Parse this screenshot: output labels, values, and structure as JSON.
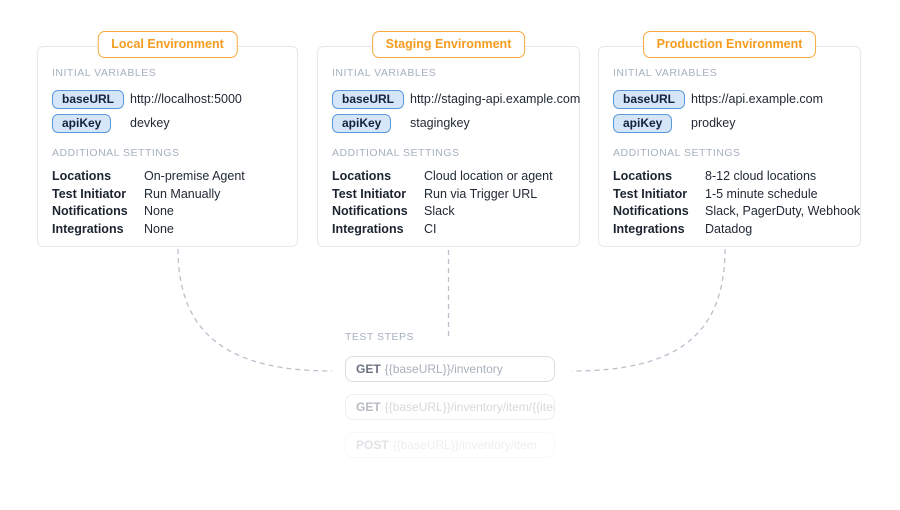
{
  "colors": {
    "accent_orange_border": "#f5a83c",
    "accent_orange_text": "#f59c20",
    "variable_badge_bg": "#d6e6f9",
    "variable_badge_border": "#5e9ad9",
    "text_dark": "#1e2733",
    "muted_section_label": "#a6b1bf",
    "connector_dash": "#b7c1cc",
    "card_border": "#e4e9ef",
    "step_method_text": "#6b7380",
    "step_path_text": "#a9b0ba"
  },
  "section_labels": {
    "initial_variables": "INITIAL VARIABLES",
    "additional_settings": "ADDITIONAL SETTINGS"
  },
  "environments": [
    {
      "title": "Local Environment",
      "variables": [
        {
          "name": "baseURL",
          "value": "http://localhost:5000"
        },
        {
          "name": "apiKey",
          "value": "devkey"
        }
      ],
      "settings": [
        {
          "label": "Locations",
          "value": "On-premise Agent"
        },
        {
          "label": "Test Initiator",
          "value": "Run Manually"
        },
        {
          "label": "Notifications",
          "value": "None"
        },
        {
          "label": "Integrations",
          "value": "None"
        }
      ]
    },
    {
      "title": "Staging Environment",
      "variables": [
        {
          "name": "baseURL",
          "value": "http://staging-api.example.com"
        },
        {
          "name": "apiKey",
          "value": "stagingkey"
        }
      ],
      "settings": [
        {
          "label": "Locations",
          "value": "Cloud location or agent"
        },
        {
          "label": "Test Initiator",
          "value": "Run via Trigger URL"
        },
        {
          "label": "Notifications",
          "value": "Slack"
        },
        {
          "label": "Integrations",
          "value": "CI"
        }
      ]
    },
    {
      "title": "Production Environment",
      "variables": [
        {
          "name": "baseURL",
          "value": "https://api.example.com"
        },
        {
          "name": "apiKey",
          "value": "prodkey"
        }
      ],
      "settings": [
        {
          "label": "Locations",
          "value": "8-12 cloud locations"
        },
        {
          "label": "Test Initiator",
          "value": "1-5 minute schedule"
        },
        {
          "label": "Notifications",
          "value": "Slack, PagerDuty, Webhook"
        },
        {
          "label": "Integrations",
          "value": "Datadog"
        }
      ]
    }
  ],
  "test_steps": {
    "label": "TEST STEPS",
    "steps": [
      {
        "method": "GET",
        "path": "{{baseURL}}/inventory"
      },
      {
        "method": "GET",
        "path": "{{baseURL}}/inventory/item/{{itemId}}"
      },
      {
        "method": "POST",
        "path": "{{baseURL}}/inventory/item"
      }
    ]
  }
}
